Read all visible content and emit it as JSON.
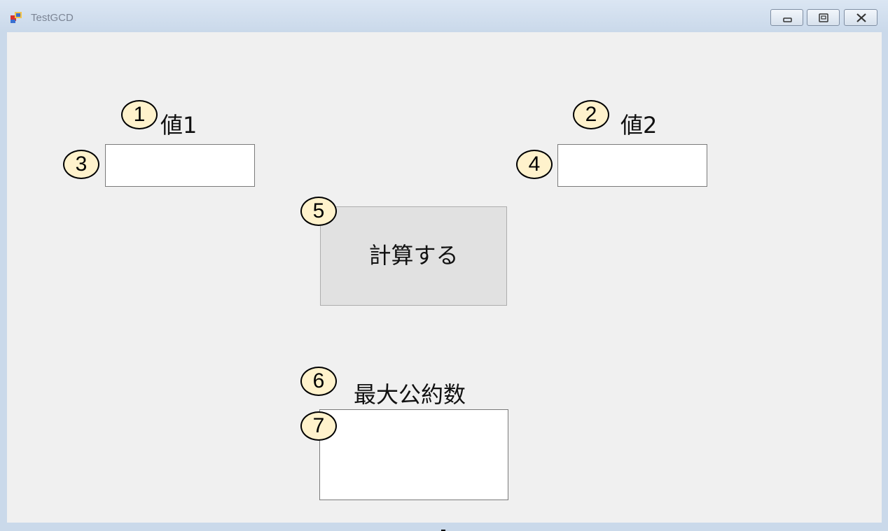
{
  "window": {
    "title": "TestGCD",
    "icon": "winforms-app-icon",
    "controls": {
      "minimize": "minimize-icon",
      "maximize": "maximize-icon",
      "close": "close-icon"
    }
  },
  "form": {
    "value1_label": "値1",
    "value2_label": "値2",
    "value1_input": "",
    "value2_input": "",
    "calculate_button": "計算する",
    "gcd_label": "最大公約数",
    "gcd_output": ""
  },
  "markers": [
    "1",
    "2",
    "3",
    "4",
    "5",
    "6",
    "7"
  ],
  "colors": {
    "marker_fill": "#fff2cc",
    "client_bg": "#f0f0f0",
    "button_bg": "#e1e1e1"
  }
}
